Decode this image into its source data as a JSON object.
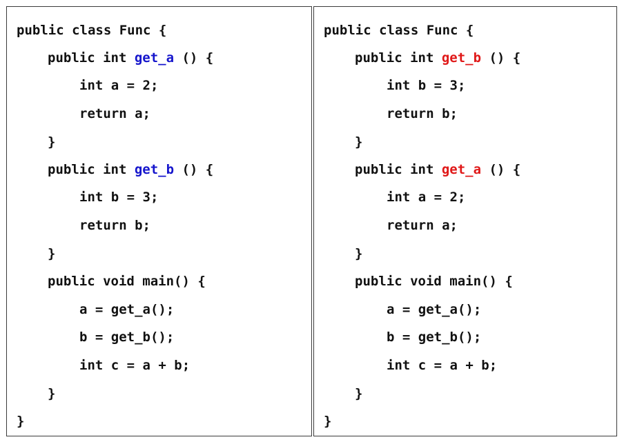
{
  "accent_colors": {
    "left_function_names": "#1515cc",
    "right_function_names": "#e01818"
  },
  "left_code": {
    "lines": [
      {
        "pre": "public class Func {",
        "fn": "",
        "post": ""
      },
      {
        "pre": "public int ",
        "fn": "get_a",
        "post": " () {"
      },
      {
        "pre": "int a = 2;",
        "fn": "",
        "post": ""
      },
      {
        "pre": "return a;",
        "fn": "",
        "post": ""
      },
      {
        "pre": "}",
        "fn": "",
        "post": ""
      },
      {
        "pre": "public int ",
        "fn": "get_b",
        "post": " () {"
      },
      {
        "pre": "int b = 3;",
        "fn": "",
        "post": ""
      },
      {
        "pre": "return b;",
        "fn": "",
        "post": ""
      },
      {
        "pre": "}",
        "fn": "",
        "post": ""
      },
      {
        "pre": "public void main() {",
        "fn": "",
        "post": ""
      },
      {
        "pre": "a = get_a();",
        "fn": "",
        "post": ""
      },
      {
        "pre": "b = get_b();",
        "fn": "",
        "post": ""
      },
      {
        "pre": "int c = a + b;",
        "fn": "",
        "post": ""
      },
      {
        "pre": "}",
        "fn": "",
        "post": ""
      },
      {
        "pre": "}",
        "fn": "",
        "post": ""
      }
    ]
  },
  "right_code": {
    "lines": [
      {
        "pre": "public class Func {",
        "fn": "",
        "post": ""
      },
      {
        "pre": "public int ",
        "fn": "get_b",
        "post": " () {"
      },
      {
        "pre": "int b = 3;",
        "fn": "",
        "post": ""
      },
      {
        "pre": "return b;",
        "fn": "",
        "post": ""
      },
      {
        "pre": "}",
        "fn": "",
        "post": ""
      },
      {
        "pre": "public int ",
        "fn": "get_a",
        "post": " () {"
      },
      {
        "pre": "int a = 2;",
        "fn": "",
        "post": ""
      },
      {
        "pre": "return a;",
        "fn": "",
        "post": ""
      },
      {
        "pre": "}",
        "fn": "",
        "post": ""
      },
      {
        "pre": "public void main() {",
        "fn": "",
        "post": ""
      },
      {
        "pre": "a = get_a();",
        "fn": "",
        "post": ""
      },
      {
        "pre": "b = get_b();",
        "fn": "",
        "post": ""
      },
      {
        "pre": "int c = a + b;",
        "fn": "",
        "post": ""
      },
      {
        "pre": "}",
        "fn": "",
        "post": ""
      },
      {
        "pre": "}",
        "fn": "",
        "post": ""
      }
    ]
  }
}
